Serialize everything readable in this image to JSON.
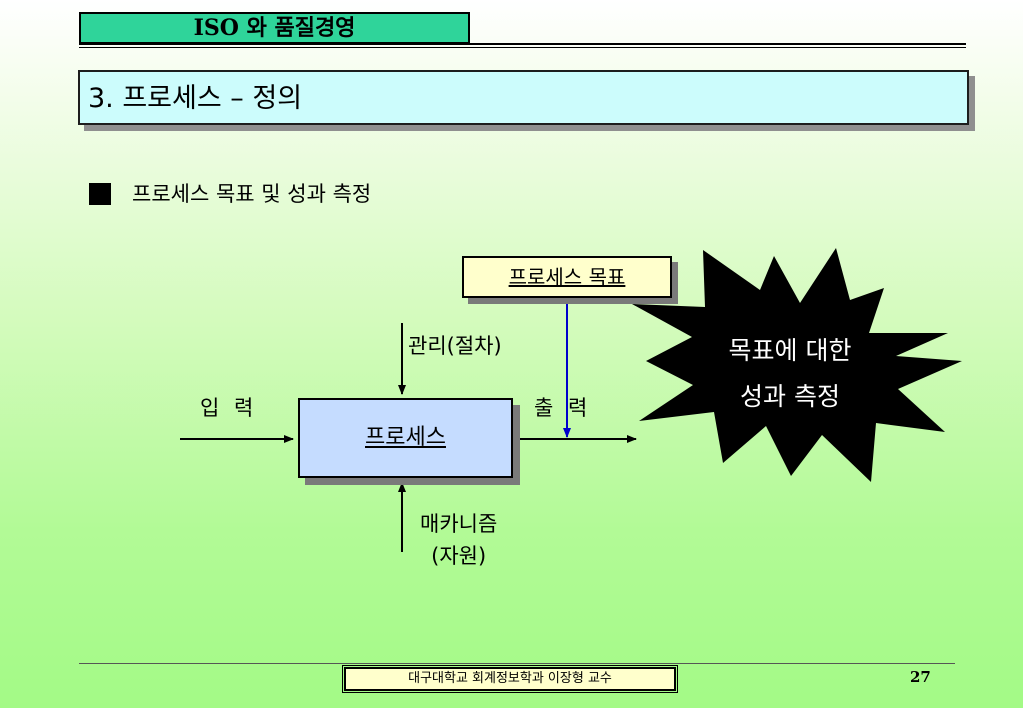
{
  "header": {
    "title": "ISO 와 품질경영"
  },
  "section": {
    "title": "3. 프로세스 – 정의"
  },
  "subheading": "프로세스 목표 및 성과 측정",
  "diagram": {
    "goal_box": "프로세스 목표",
    "process_box": "프로세스",
    "management_label": "관리(절차)",
    "input_label": "입 력",
    "output_label": "출 력",
    "mechanism_label_line1": "매카니즘",
    "mechanism_label_line2": "(자원)",
    "starburst_line1": "목표에 대한",
    "starburst_line2": "성과 측정"
  },
  "footer": {
    "author": "대구대학교 회계정보학과  이장형 교수",
    "page_number": "27"
  },
  "colors": {
    "header_tab": "#2fd49a",
    "section_box": "#ccfcfc",
    "goal_box": "#ffffcc",
    "process_box": "#c5dcff",
    "goal_arrow": "#0000cc",
    "starburst": "#000000"
  }
}
